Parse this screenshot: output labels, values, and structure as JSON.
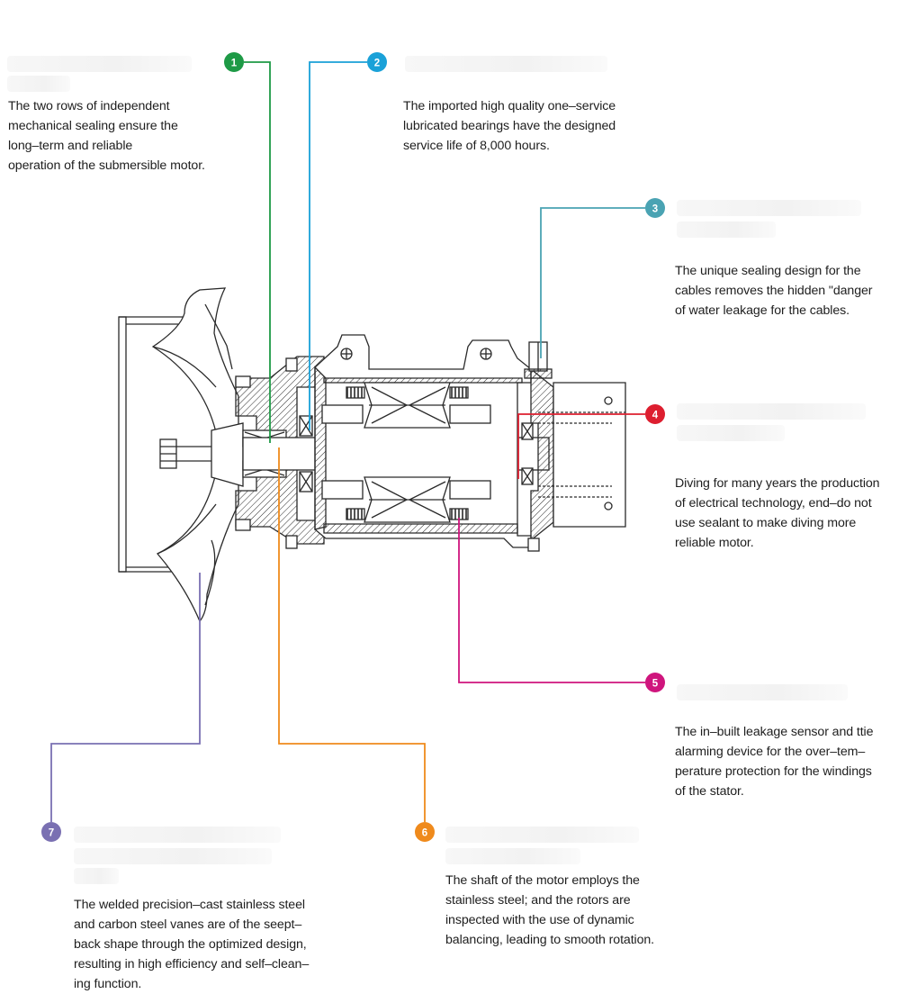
{
  "features": [
    {
      "number": "1",
      "color": "#1e9a46",
      "description": "The two rows of independent\nmechanical sealing ensure the\nlong–term and reliable\noperation of the submersible motor."
    },
    {
      "number": "2",
      "color": "#1aa1d8",
      "description": "The imported high quality one–service\nlubricated bearings have the designed\nservice life of 8,000 hours."
    },
    {
      "number": "3",
      "color": "#4aa3b3",
      "description": "The unique sealing design for the\ncables removes the hidden \"danger\nof water leakage for the cables."
    },
    {
      "number": "4",
      "color": "#dd1e2f",
      "description": "Diving for many years the production\nof electrical technology, end–do not\nuse sealant to make diving more\nreliable motor."
    },
    {
      "number": "5",
      "color": "#cf157d",
      "description": "The in–built leakage sensor and ttie\nalarming device for the over–tem–\nperature protection for the windings\nof the stator."
    },
    {
      "number": "6",
      "color": "#ef8a1c",
      "description": "The shaft of the motor employs the\nstainless steel; and the rotors are\ninspected with the use of dynamic\nbalancing, leading to smooth rotation."
    },
    {
      "number": "7",
      "color": "#7a70b2",
      "description": "The welded precision–cast stainless steel\nand carbon steel vanes are of the seept–\nback shape through the optimized design,\nresulting in high efficiency and self–clean–\ning function."
    }
  ]
}
